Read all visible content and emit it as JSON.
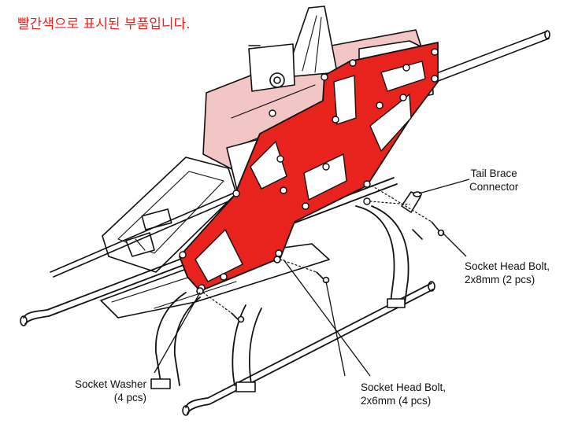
{
  "note": "빨간색으로 표시된 부품입니다.",
  "colors": {
    "highlight": "#e8231e",
    "line": "#111111",
    "tint": "#f3c6c6"
  },
  "callouts": {
    "tail_brace": {
      "line1": "Tail Brace",
      "line2": "Connector"
    },
    "bolt_2x8": {
      "line1": "Socket Head Bolt,",
      "line2": "2x8mm (2 pcs)"
    },
    "washer": {
      "line1": "Socket Washer",
      "line2": "(4 pcs)"
    },
    "bolt_2x6": {
      "line1": "Socket Head Bolt,",
      "line2": "2x6mm (4 pcs)"
    }
  }
}
